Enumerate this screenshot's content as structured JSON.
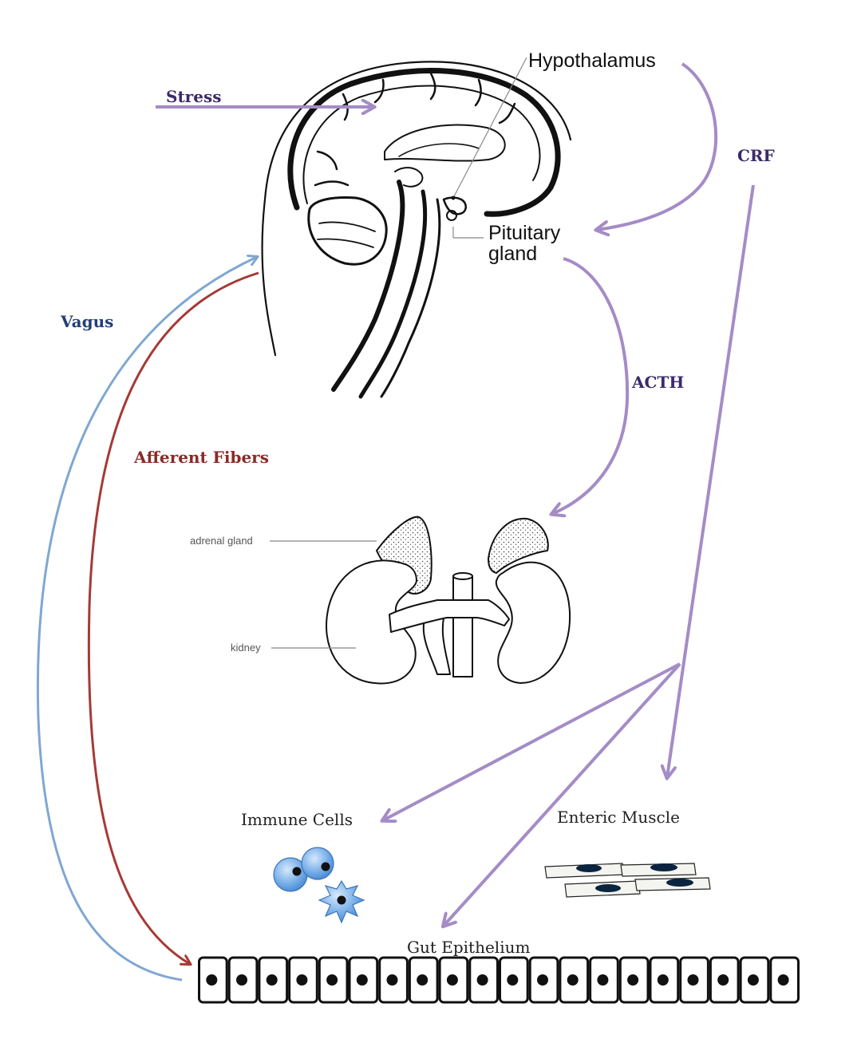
{
  "labels": {
    "stress": "Stress",
    "hypothalamus": "Hypothalamus",
    "crf": "CRF",
    "pituitary_line1": "Pituitary",
    "pituitary_line2": "gland",
    "acth": "ACTH",
    "vagus": "Vagus",
    "afferent_fibers": "Afferent Fibers",
    "adrenal_gland": "adrenal gland",
    "kidney": "kidney",
    "immune_cells": "Immune Cells",
    "enteric_muscle": "Enteric Muscle",
    "gut_epithelium": "Gut Epithelium"
  },
  "colors": {
    "hormone_purple": "#a48cc6",
    "label_purple": "#3b2a6b",
    "vagus_blue": "#7fa7d3",
    "vagus_label": "#233f7a",
    "afferent_red": "#a53a36",
    "afferent_label": "#8a2a26",
    "ink": "#111111",
    "leader_gray": "#8c8c8c",
    "immune_blue": "#6aa6e3"
  },
  "epithelium_cell_count": 20
}
